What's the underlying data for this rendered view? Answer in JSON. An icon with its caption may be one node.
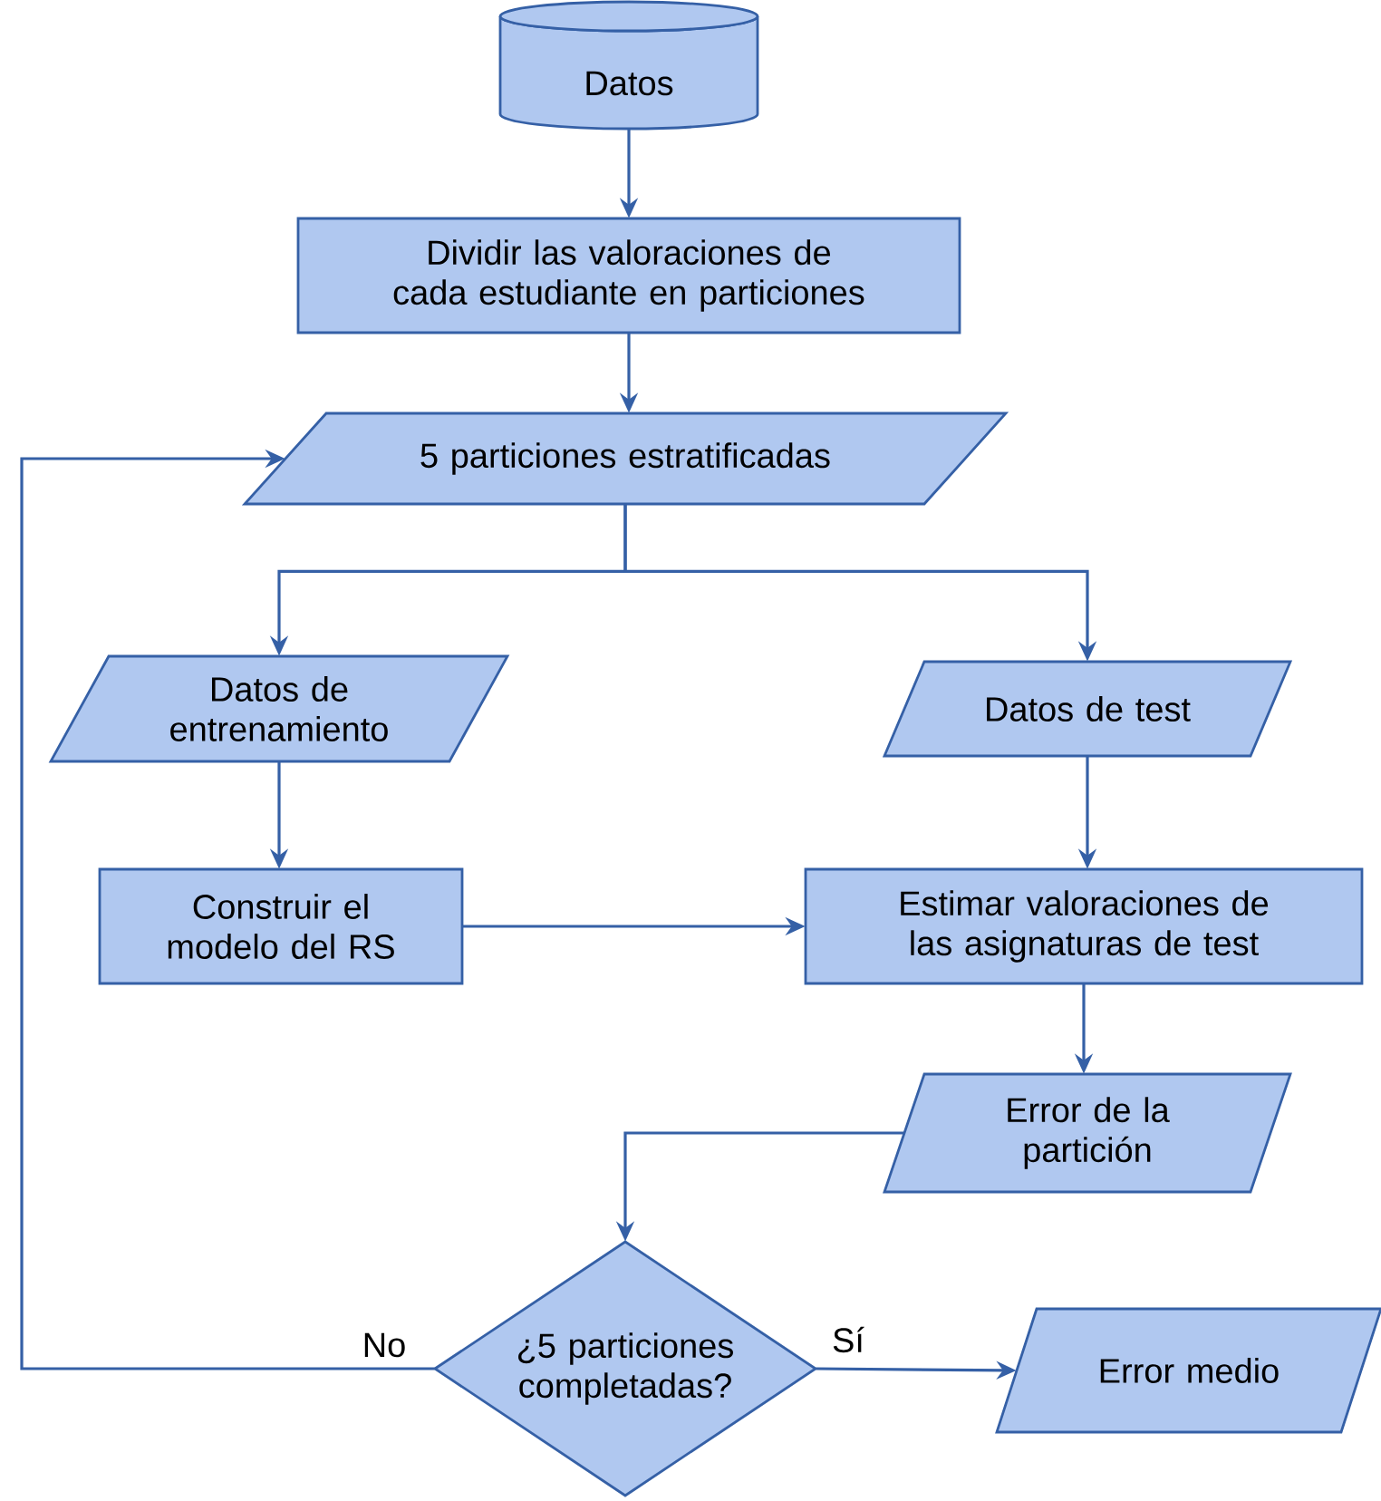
{
  "diagram": {
    "nodes": [
      {
        "text": [
          "Datos"
        ]
      },
      {
        "text": [
          "Dividir las valoraciones de cada estudiante en particiones"
        ]
      },
      {
        "text": [
          "5 particiones estratificadas"
        ]
      },
      {
        "text": [
          "Datos de entrenamiento"
        ]
      },
      {
        "text": [
          "Datos de test"
        ]
      },
      {
        "text": [
          "Construir el modelo del RS"
        ]
      },
      {
        "text": [
          "Estimar valoraciones de las asignaturas de test"
        ]
      },
      {
        "text": [
          "Error de la partición"
        ]
      },
      {
        "text": [
          "¿5 particiones completadas?"
        ]
      },
      {
        "text": [
          "Error medio"
        ]
      }
    ],
    "edges": [
      {
        "from": 0,
        "to": 1,
        "arrow": "to"
      },
      {
        "from": 1,
        "to": 2,
        "arrow": "to"
      },
      {
        "from": 2,
        "to": 3,
        "arrow": "to"
      },
      {
        "from": 2,
        "to": 4,
        "arrow": "to"
      },
      {
        "from": 3,
        "to": 5,
        "arrow": "to"
      },
      {
        "from": 4,
        "to": 6,
        "arrow": "to"
      },
      {
        "from": 5,
        "to": 6,
        "arrow": "to"
      },
      {
        "from": 6,
        "to": 7,
        "arrow": "to"
      },
      {
        "from": 7,
        "to": 8,
        "arrow": "to"
      },
      {
        "from": 8,
        "to": 2,
        "label": "No",
        "arrow": "to"
      },
      {
        "from": 8,
        "to": 9,
        "label": "Sí",
        "arrow": "to"
      }
    ]
  }
}
